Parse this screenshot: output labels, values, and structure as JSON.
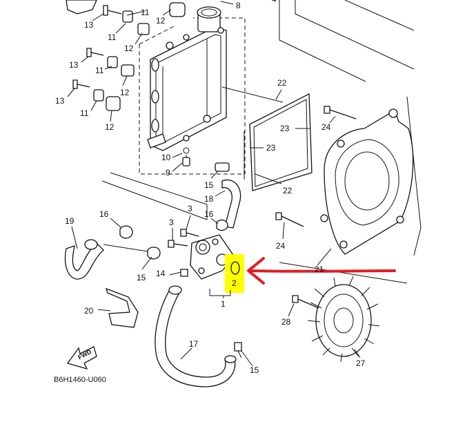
{
  "diagram": {
    "code": "B6H1460-U060",
    "fwd_label": "FWD",
    "highlight_color": "#ffff00",
    "arrow_color": "#e31b23",
    "callouts": [
      {
        "id": "c13a",
        "text": "13"
      },
      {
        "id": "c11a",
        "text": "11"
      },
      {
        "id": "c12a",
        "text": "12"
      },
      {
        "id": "c8",
        "text": "8"
      },
      {
        "id": "c4",
        "text": "4"
      },
      {
        "id": "c11b",
        "text": "11"
      },
      {
        "id": "c12b",
        "text": "12"
      },
      {
        "id": "c13b",
        "text": "13"
      },
      {
        "id": "c11c",
        "text": "11"
      },
      {
        "id": "c12c",
        "text": "12"
      },
      {
        "id": "c13c",
        "text": "13"
      },
      {
        "id": "c11d",
        "text": "11"
      },
      {
        "id": "c12d",
        "text": "12"
      },
      {
        "id": "c22a",
        "text": "22"
      },
      {
        "id": "c23a",
        "text": "23"
      },
      {
        "id": "c24a",
        "text": "24"
      },
      {
        "id": "c23b",
        "text": "23"
      },
      {
        "id": "c10",
        "text": "10"
      },
      {
        "id": "c9",
        "text": "9"
      },
      {
        "id": "c15a",
        "text": "15"
      },
      {
        "id": "c22b",
        "text": "22"
      },
      {
        "id": "c18",
        "text": "18"
      },
      {
        "id": "c16a",
        "text": "16"
      },
      {
        "id": "c19",
        "text": "19"
      },
      {
        "id": "c3a",
        "text": "3"
      },
      {
        "id": "c16b",
        "text": "16"
      },
      {
        "id": "c3b",
        "text": "3"
      },
      {
        "id": "c24b",
        "text": "24"
      },
      {
        "id": "c15b",
        "text": "15"
      },
      {
        "id": "c14",
        "text": "14"
      },
      {
        "id": "c21",
        "text": "21"
      },
      {
        "id": "c2",
        "text": "2"
      },
      {
        "id": "c1",
        "text": "1"
      },
      {
        "id": "c20",
        "text": "20"
      },
      {
        "id": "c28",
        "text": "28"
      },
      {
        "id": "c17",
        "text": "17"
      },
      {
        "id": "c15c",
        "text": "15"
      },
      {
        "id": "c27",
        "text": "27"
      }
    ]
  }
}
